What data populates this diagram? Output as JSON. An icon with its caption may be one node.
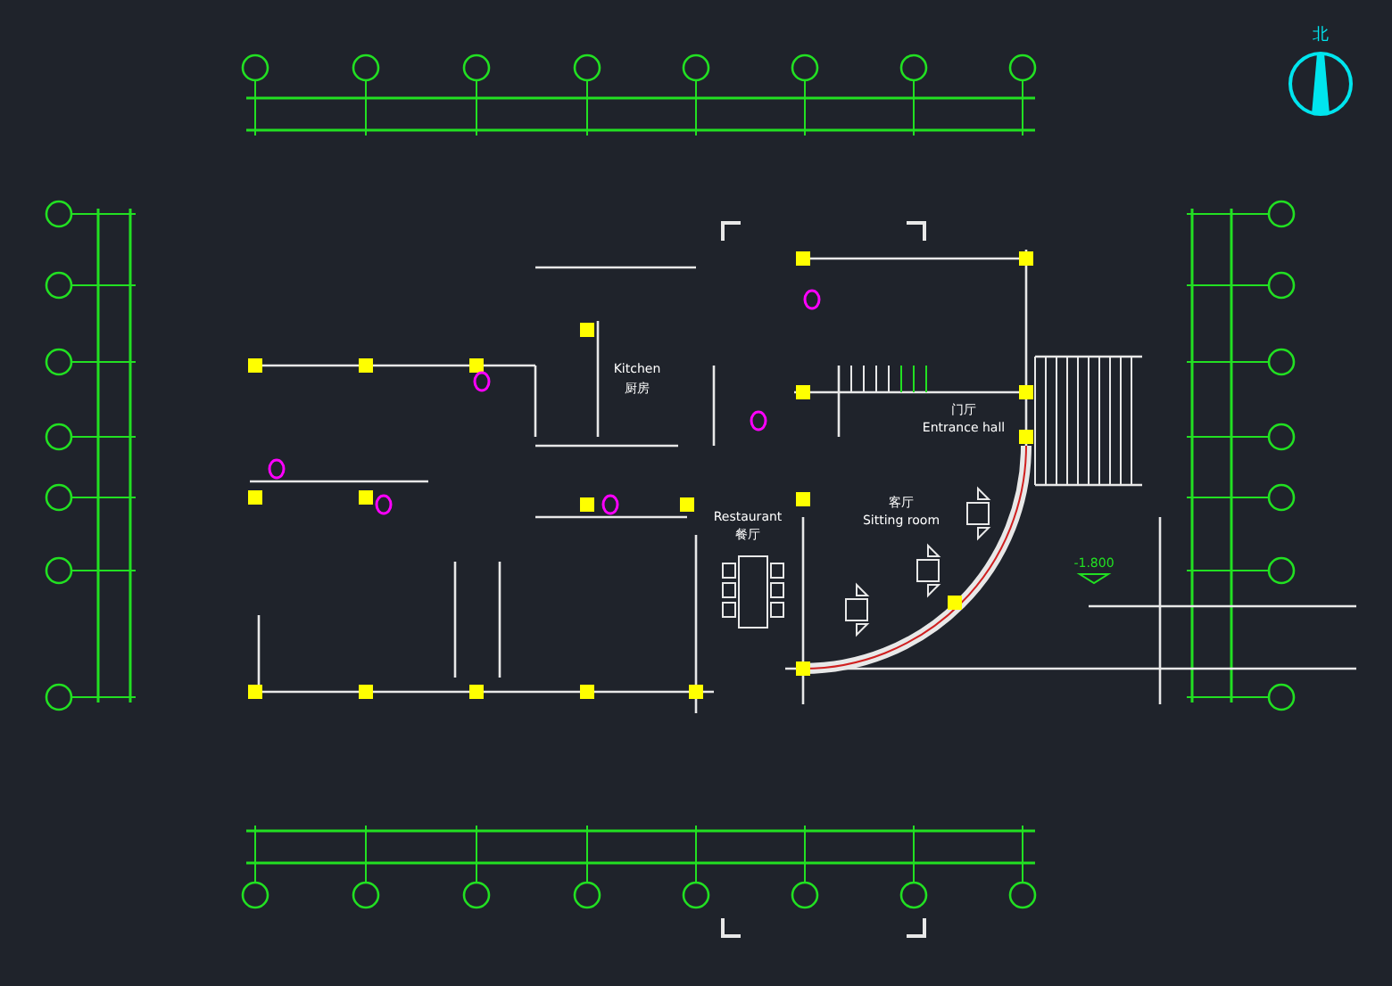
{
  "diagram": {
    "labels": [
      "北",
      "Kitchen",
      "厨房",
      "门厅",
      "Entrance hall",
      "Restaurant",
      "餐厅",
      "客厅",
      "Sitting room",
      "-1.800"
    ]
  }
}
